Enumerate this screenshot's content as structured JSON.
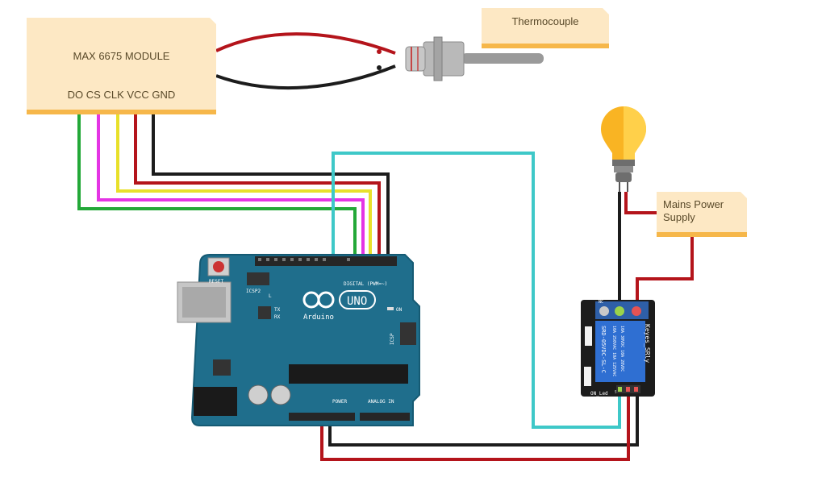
{
  "module": {
    "title": "MAX 6675 MODULE",
    "pins": "DO CS CLK VCC GND"
  },
  "thermocouple": {
    "label": "Thermocouple"
  },
  "mains": {
    "label_line1": "Mains Power",
    "label_line2": "Supply"
  },
  "arduino": {
    "logo": "UNO",
    "brand": "Arduino",
    "reset_label": "RESET",
    "icsp2_label": "ICSP2",
    "icsp_label": "ICSP",
    "digital_label": "DIGITAL (PWM=~)",
    "on_label": "ON",
    "l_label": "L",
    "tx_label": "TX",
    "rx_label": "RX",
    "power_label": "POWER",
    "analog_label": "ANALOG IN"
  },
  "relay": {
    "part": "SRD-05VDC-SL-C",
    "brand": "Keyes_SRly",
    "rating1": "10A 250VAC 10A 125VAC",
    "rating2": "10A 30VDC 10A 28VDC",
    "nc_label": "NC",
    "led_label": "ON_Led",
    "s_label": "S"
  },
  "colors": {
    "wire_red": "#b4141b",
    "wire_black": "#1c1c1c",
    "wire_cyan": "#3ec8c8",
    "wire_green": "#23a838",
    "wire_magenta": "#e434e4",
    "wire_yellow": "#e8e02a",
    "arduino_board": "#1f6e8c",
    "relay_board": "#1c1c1c",
    "relay_block": "#2f6fd2",
    "note_bg": "#fde8c4",
    "note_accent": "#f6b74a",
    "bulb": "#f9b423"
  }
}
